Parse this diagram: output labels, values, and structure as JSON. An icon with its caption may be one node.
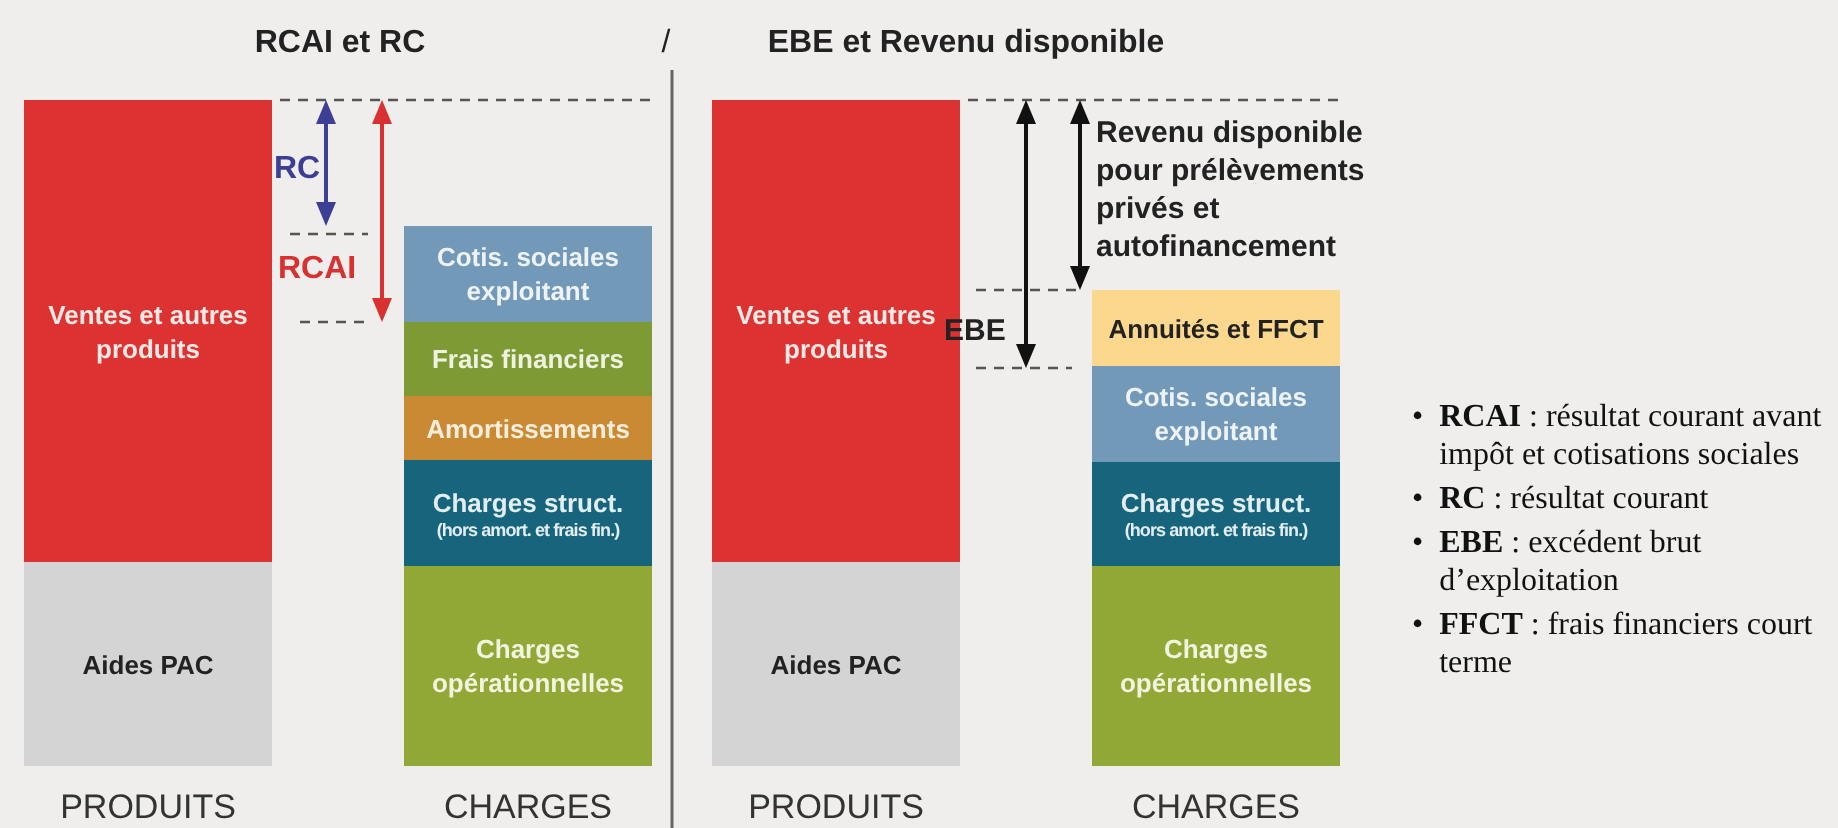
{
  "diagram": {
    "nodes": [
      {
        "text": [
          "Ventes et autres produits"
        ]
      },
      {
        "text": [
          "Aides PAC"
        ]
      },
      {
        "text": [
          "Cotis. sociales exploitant"
        ]
      },
      {
        "text": [
          "Frais financiers"
        ]
      },
      {
        "text": [
          "Amortissements"
        ]
      },
      {
        "text": [
          "Charges struct.",
          "(hors amort. et frais fin.)"
        ]
      },
      {
        "text": [
          "Charges opérationnelles"
        ]
      },
      {
        "text": [
          "Ventes et autres produits"
        ]
      },
      {
        "text": [
          "Aides PAC"
        ]
      },
      {
        "text": [
          "Annuités et FFCT"
        ]
      },
      {
        "text": [
          "Cotis. sociales exploitant"
        ]
      },
      {
        "text": [
          "Charges struct.",
          "(hors amort. et frais fin.)"
        ]
      },
      {
        "text": [
          "Charges opérationnelles"
        ]
      }
    ],
    "labels": [
      "RCAI et RC",
      "/",
      "EBE et Revenu disponible",
      "RC",
      "RCAI",
      "Revenu disponible pour prélèvements privés et autofinancement",
      "EBE",
      "PRODUITS",
      "CHARGES",
      "PRODUITS",
      "CHARGES",
      "•",
      "**RCAI** : résultat courant avant impôt et cotisations sociales",
      "•",
      "**RC** : résultat courant",
      "•",
      "**EBE** : excédent brut d’exploitation",
      "•",
      "**FFCT** : frais financiers court terme"
    ]
  }
}
